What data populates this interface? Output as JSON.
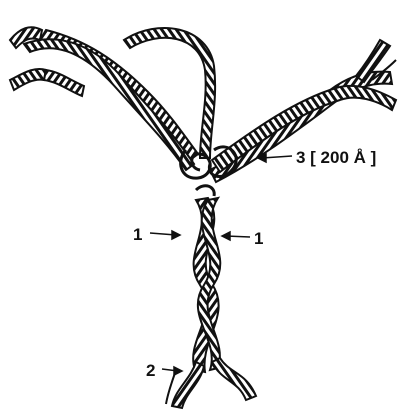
{
  "figure": {
    "labels": {
      "strand_left": "1",
      "strand_right": "1",
      "branch_bottom": "2",
      "branch_right": "3 [ 200 Å ]"
    },
    "colors": {
      "ink": "#111111",
      "background": "#ffffff"
    }
  }
}
